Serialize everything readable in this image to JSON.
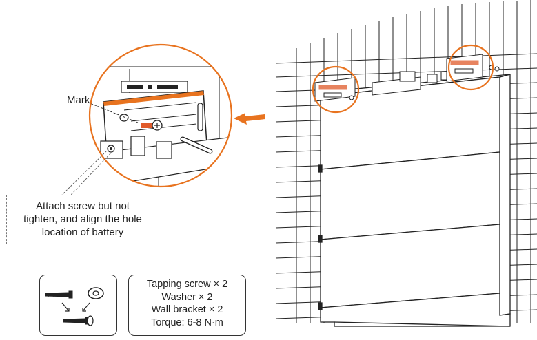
{
  "labels": {
    "mark": "Mark"
  },
  "callout": {
    "lines": [
      "Attach screw but not",
      "tighten, and align the hole",
      "location of battery"
    ]
  },
  "specs": {
    "lines": [
      "Tapping screw × 2",
      "Washer × 2",
      "Wall bracket × 2",
      "Torque: 6-8 N·m"
    ]
  },
  "colors": {
    "accent_orange": "#e8731f",
    "line": "#222222",
    "mark_red": "#e05a2a"
  },
  "icons": {
    "arrow": "direction-arrow-icon",
    "screw": "tapping-screw-icon",
    "washer": "washer-icon"
  }
}
